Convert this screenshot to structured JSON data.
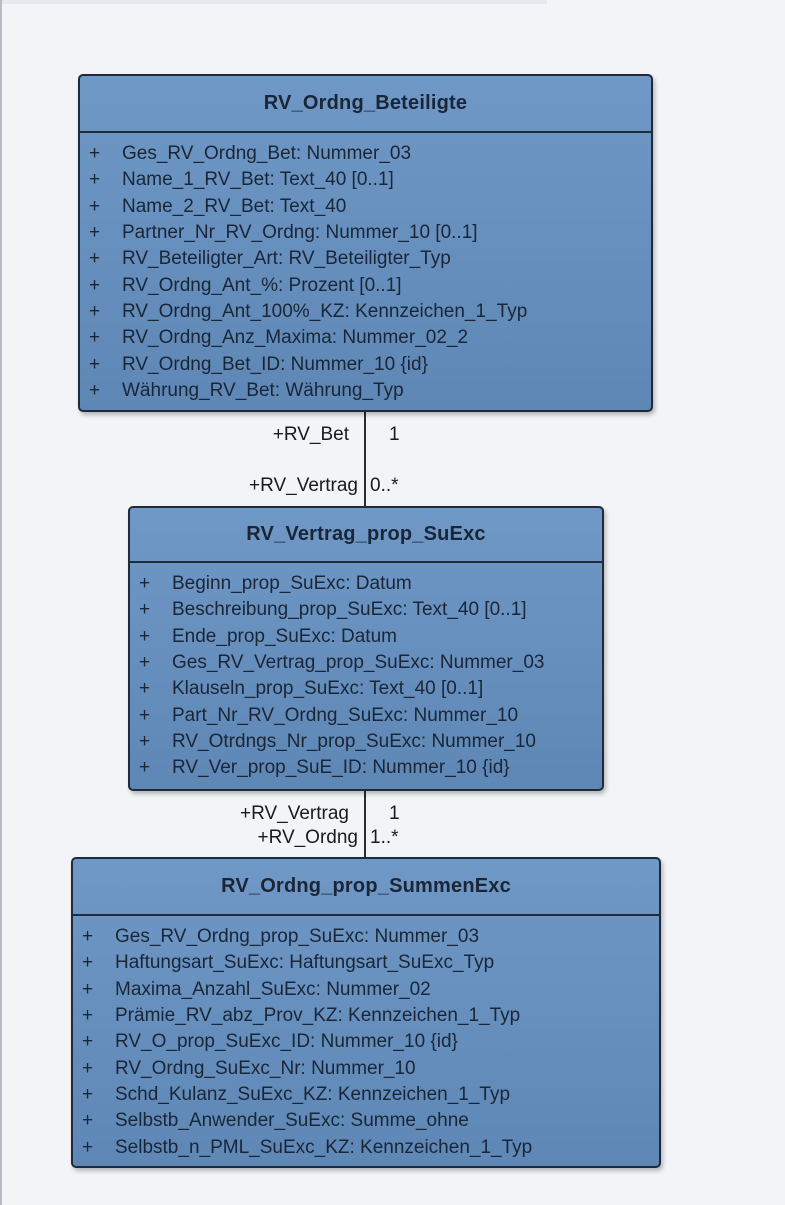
{
  "classes": [
    {
      "name": "RV_Ordng_Beteiligte",
      "attributes": [
        {
          "vis": "+",
          "text": "Ges_RV_Ordng_Bet: Nummer_03"
        },
        {
          "vis": "+",
          "text": "Name_1_RV_Bet: Text_40 [0..1]"
        },
        {
          "vis": "+",
          "text": "Name_2_RV_Bet: Text_40"
        },
        {
          "vis": "+",
          "text": "Partner_Nr_RV_Ordng: Nummer_10 [0..1]"
        },
        {
          "vis": "+",
          "text": "RV_Beteiligter_Art: RV_Beteiligter_Typ"
        },
        {
          "vis": "+",
          "text": "RV_Ordng_Ant_%: Prozent [0..1]"
        },
        {
          "vis": "+",
          "text": "RV_Ordng_Ant_100%_KZ: Kennzeichen_1_Typ"
        },
        {
          "vis": "+",
          "text": "RV_Ordng_Anz_Maxima: Nummer_02_2"
        },
        {
          "vis": "+",
          "text": "RV_Ordng_Bet_ID: Nummer_10 {id}"
        },
        {
          "vis": "+",
          "text": "Währung_RV_Bet: Währung_Typ"
        }
      ]
    },
    {
      "name": "RV_Vertrag_prop_SuExc",
      "attributes": [
        {
          "vis": "+",
          "text": "Beginn_prop_SuExc: Datum"
        },
        {
          "vis": "+",
          "text": "Beschreibung_prop_SuExc: Text_40 [0..1]"
        },
        {
          "vis": "+",
          "text": "Ende_prop_SuExc: Datum"
        },
        {
          "vis": "+",
          "text": "Ges_RV_Vertrag_prop_SuExc: Nummer_03"
        },
        {
          "vis": "+",
          "text": "Klauseln_prop_SuExc: Text_40 [0..1]"
        },
        {
          "vis": "+",
          "text": "Part_Nr_RV_Ordng_SuExc: Nummer_10"
        },
        {
          "vis": "+",
          "text": "RV_Otrdngs_Nr_prop_SuExc: Nummer_10"
        },
        {
          "vis": "+",
          "text": "RV_Ver_prop_SuE_ID: Nummer_10 {id}"
        }
      ]
    },
    {
      "name": "RV_Ordng_prop_SummenExc",
      "attributes": [
        {
          "vis": "+",
          "text": "Ges_RV_Ordng_prop_SuExc: Nummer_03"
        },
        {
          "vis": "+",
          "text": "Haftungsart_SuExc: Haftungsart_SuExc_Typ"
        },
        {
          "vis": "+",
          "text": "Maxima_Anzahl_SuExc: Nummer_02"
        },
        {
          "vis": "+",
          "text": "Prämie_RV_abz_Prov_KZ: Kennzeichen_1_Typ"
        },
        {
          "vis": "+",
          "text": "RV_O_prop_SuExc_ID: Nummer_10 {id}"
        },
        {
          "vis": "+",
          "text": "RV_Ordng_SuExc_Nr: Nummer_10"
        },
        {
          "vis": "+",
          "text": "Schd_Kulanz_SuExc_KZ: Kennzeichen_1_Typ"
        },
        {
          "vis": "+",
          "text": "Selbstb_Anwender_SuExc: Summe_ohne"
        },
        {
          "vis": "+",
          "text": "Selbstb_n_PML_SuExc_KZ: Kennzeichen_1_Typ"
        }
      ]
    }
  ],
  "associations": [
    {
      "upper_role": "+RV_Bet",
      "upper_multiplicity": "1",
      "lower_role": "+RV_Vertrag",
      "lower_multiplicity": "0..*"
    },
    {
      "upper_role": "+RV_Vertrag",
      "upper_multiplicity": "1",
      "lower_role": "+RV_Ordng",
      "lower_multiplicity": "1..*"
    }
  ]
}
